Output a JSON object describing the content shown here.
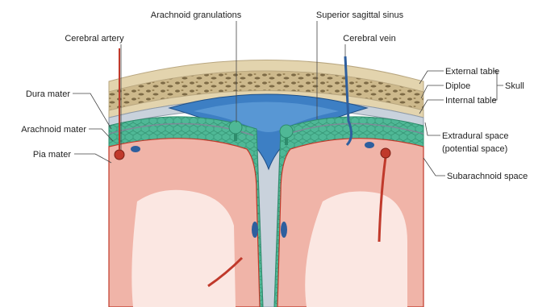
{
  "labels": {
    "arachnoid_granulations": "Arachnoid granulations",
    "superior_sagittal_sinus": "Superior sagittal sinus",
    "cerebral_artery": "Cerebral artery",
    "cerebral_vein": "Cerebral vein",
    "dura_mater": "Dura mater",
    "arachnoid_mater": "Arachnoid mater",
    "pia_mater": "Pia mater",
    "external_table": "External table",
    "diploe": "Diploe",
    "internal_table": "Internal table",
    "skull": "Skull",
    "extradural_space_line1": "Extradural space",
    "extradural_space_line2": "(potential space)",
    "subarachnoid_space": "Subarachnoid space"
  },
  "colors": {
    "bone": "#d9c9a3",
    "diploe_pores": "#7d6a45",
    "dura": "#c9d2dc",
    "sinus": "#3d7fc4",
    "subarachnoid": "#4fb896",
    "brain": "#f0b4a8",
    "white_matter": "#fbe7e2",
    "artery": "#c0392b",
    "vein": "#2e5f9e"
  }
}
